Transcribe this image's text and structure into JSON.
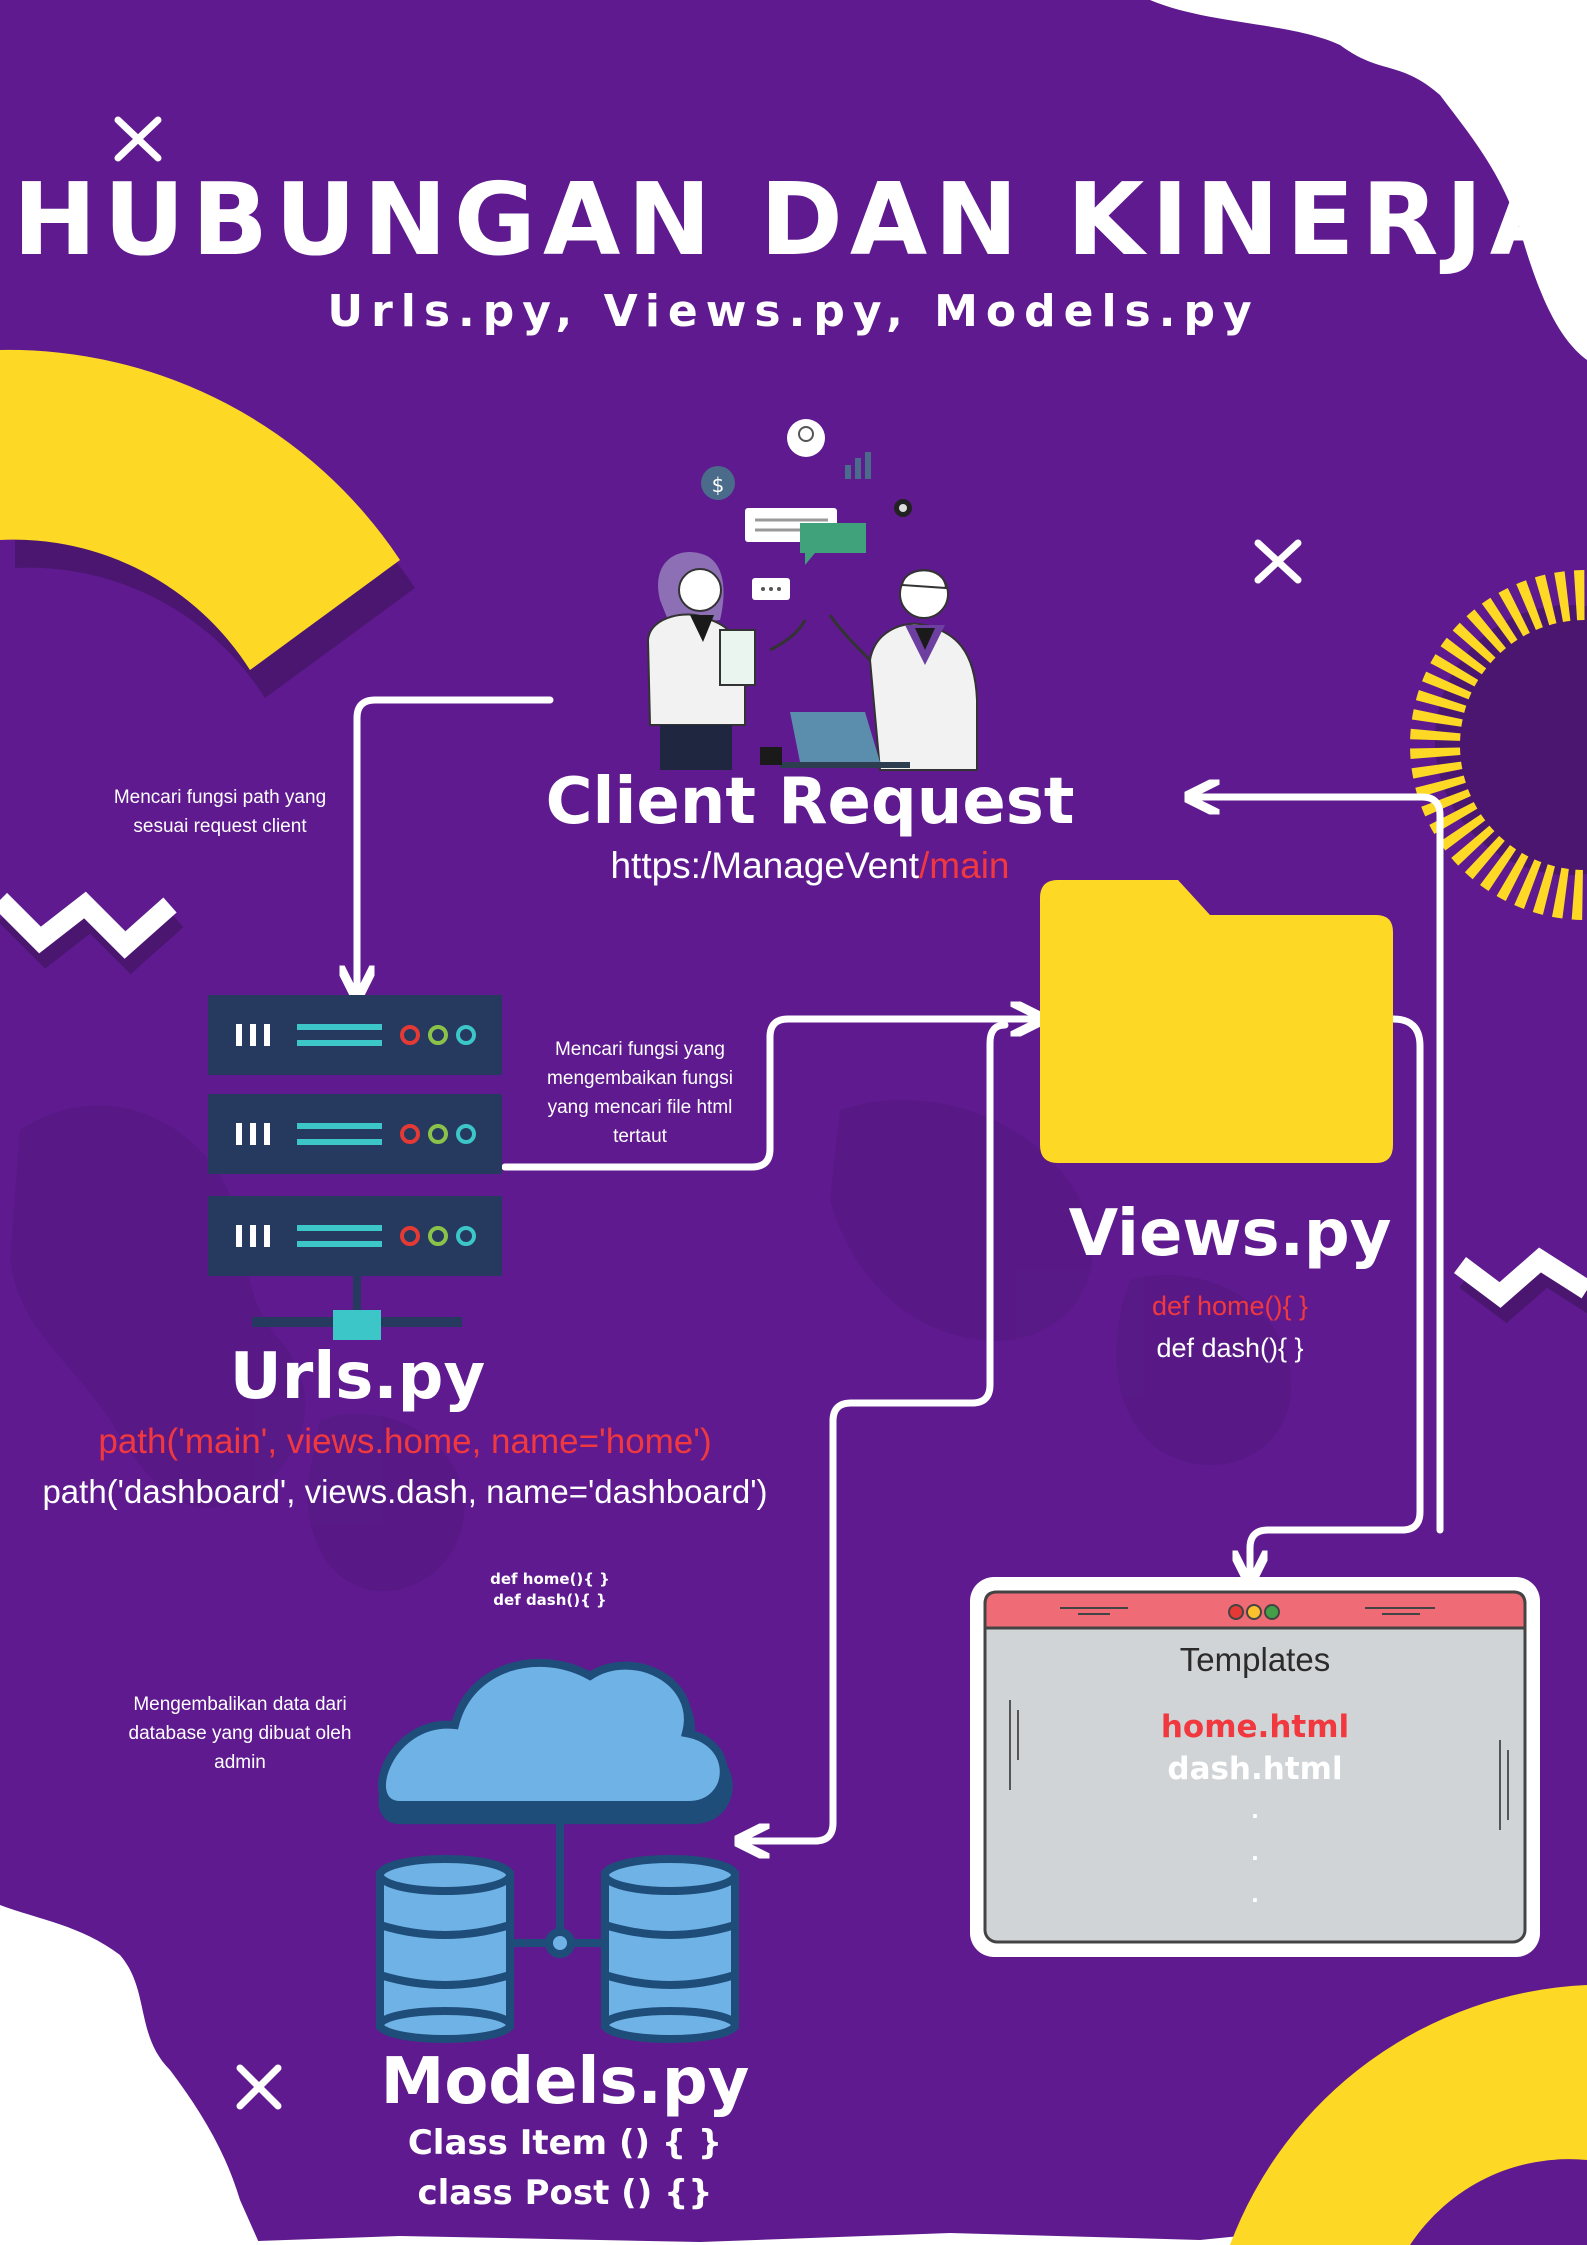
{
  "title": "HUBUNGAN DAN KINERJA",
  "subtitle": "Urls.py, Views.py, Models.py",
  "client": {
    "heading": "Client Request",
    "url_base": "https:/ManageVent",
    "url_path": "/main"
  },
  "notes": {
    "path_search": "Mencari fungsi path yang sesuai request client",
    "view_search": "Mencari fungsi yang mengembaikan fungsi yang mencari file html tertaut",
    "db_return": "Mengembalikan data dari database yang dibuat oleh admin"
  },
  "urls": {
    "heading": "Urls.py",
    "line1": "path('main', views.home, name='home')",
    "line2": "path('dashboard', views.dash, name='dashboard')"
  },
  "views": {
    "heading": "Views.py",
    "line1": "def home(){ }",
    "line2": "def dash(){ }"
  },
  "cloud_code": {
    "line1": "def home(){ }",
    "line2": "def dash(){ }"
  },
  "templates": {
    "title": "Templates",
    "file1": "home.html",
    "file2": "dash.html",
    "dots": ".",
    "window_buttons": [
      "#e53935",
      "#fbc02d",
      "#43a047"
    ]
  },
  "models": {
    "heading": "Models.py",
    "line1": "Class Item () { }",
    "line2": "class Post () {}"
  },
  "icons": [
    "close-icon",
    "zigzag-icon",
    "server-icon",
    "folder-icon",
    "cloud-icon",
    "database-icon",
    "browser-window-icon",
    "people-illustration"
  ],
  "colors": {
    "purple": "#5e1a8e",
    "yellow": "#fdd825",
    "red_text": "#f0383e",
    "server": "#253a5e",
    "teal": "#3cc6c8",
    "db_blue": "#5ca8e0",
    "window_bar": "#ef6b76",
    "window_body": "#d0d4d7"
  }
}
